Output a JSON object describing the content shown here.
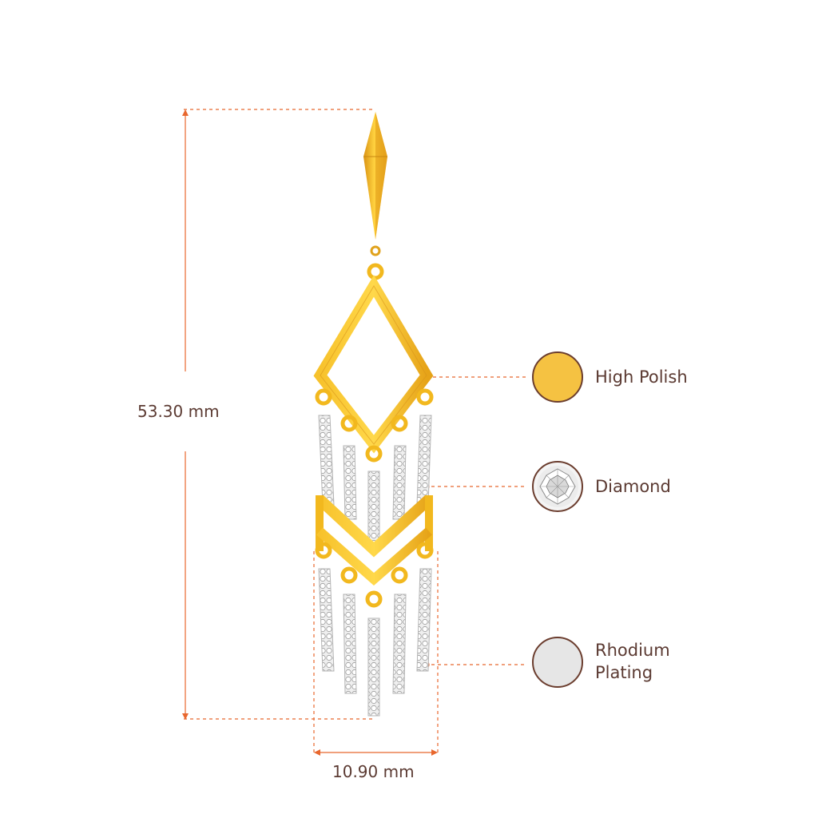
{
  "dimensions": {
    "height_label": "53.30 mm",
    "width_label": "10.90 mm"
  },
  "features": [
    {
      "name": "high-polish",
      "label": "High Polish",
      "swatch_color": "#f5c242"
    },
    {
      "name": "diamond",
      "label": "Diamond",
      "swatch_color": "#f4f4f4"
    },
    {
      "name": "rhodium-plating",
      "label_line1": "Rhodium",
      "label_line2": "Plating",
      "swatch_color": "#e6e6e6"
    }
  ],
  "colors": {
    "dimension_line": "#e8672e",
    "text": "#5b3a32",
    "gold": "#f2b81e",
    "gold_dark": "#d9951a",
    "rhodium": "#dcdcdc",
    "swatch_border": "#6b3d2e"
  }
}
